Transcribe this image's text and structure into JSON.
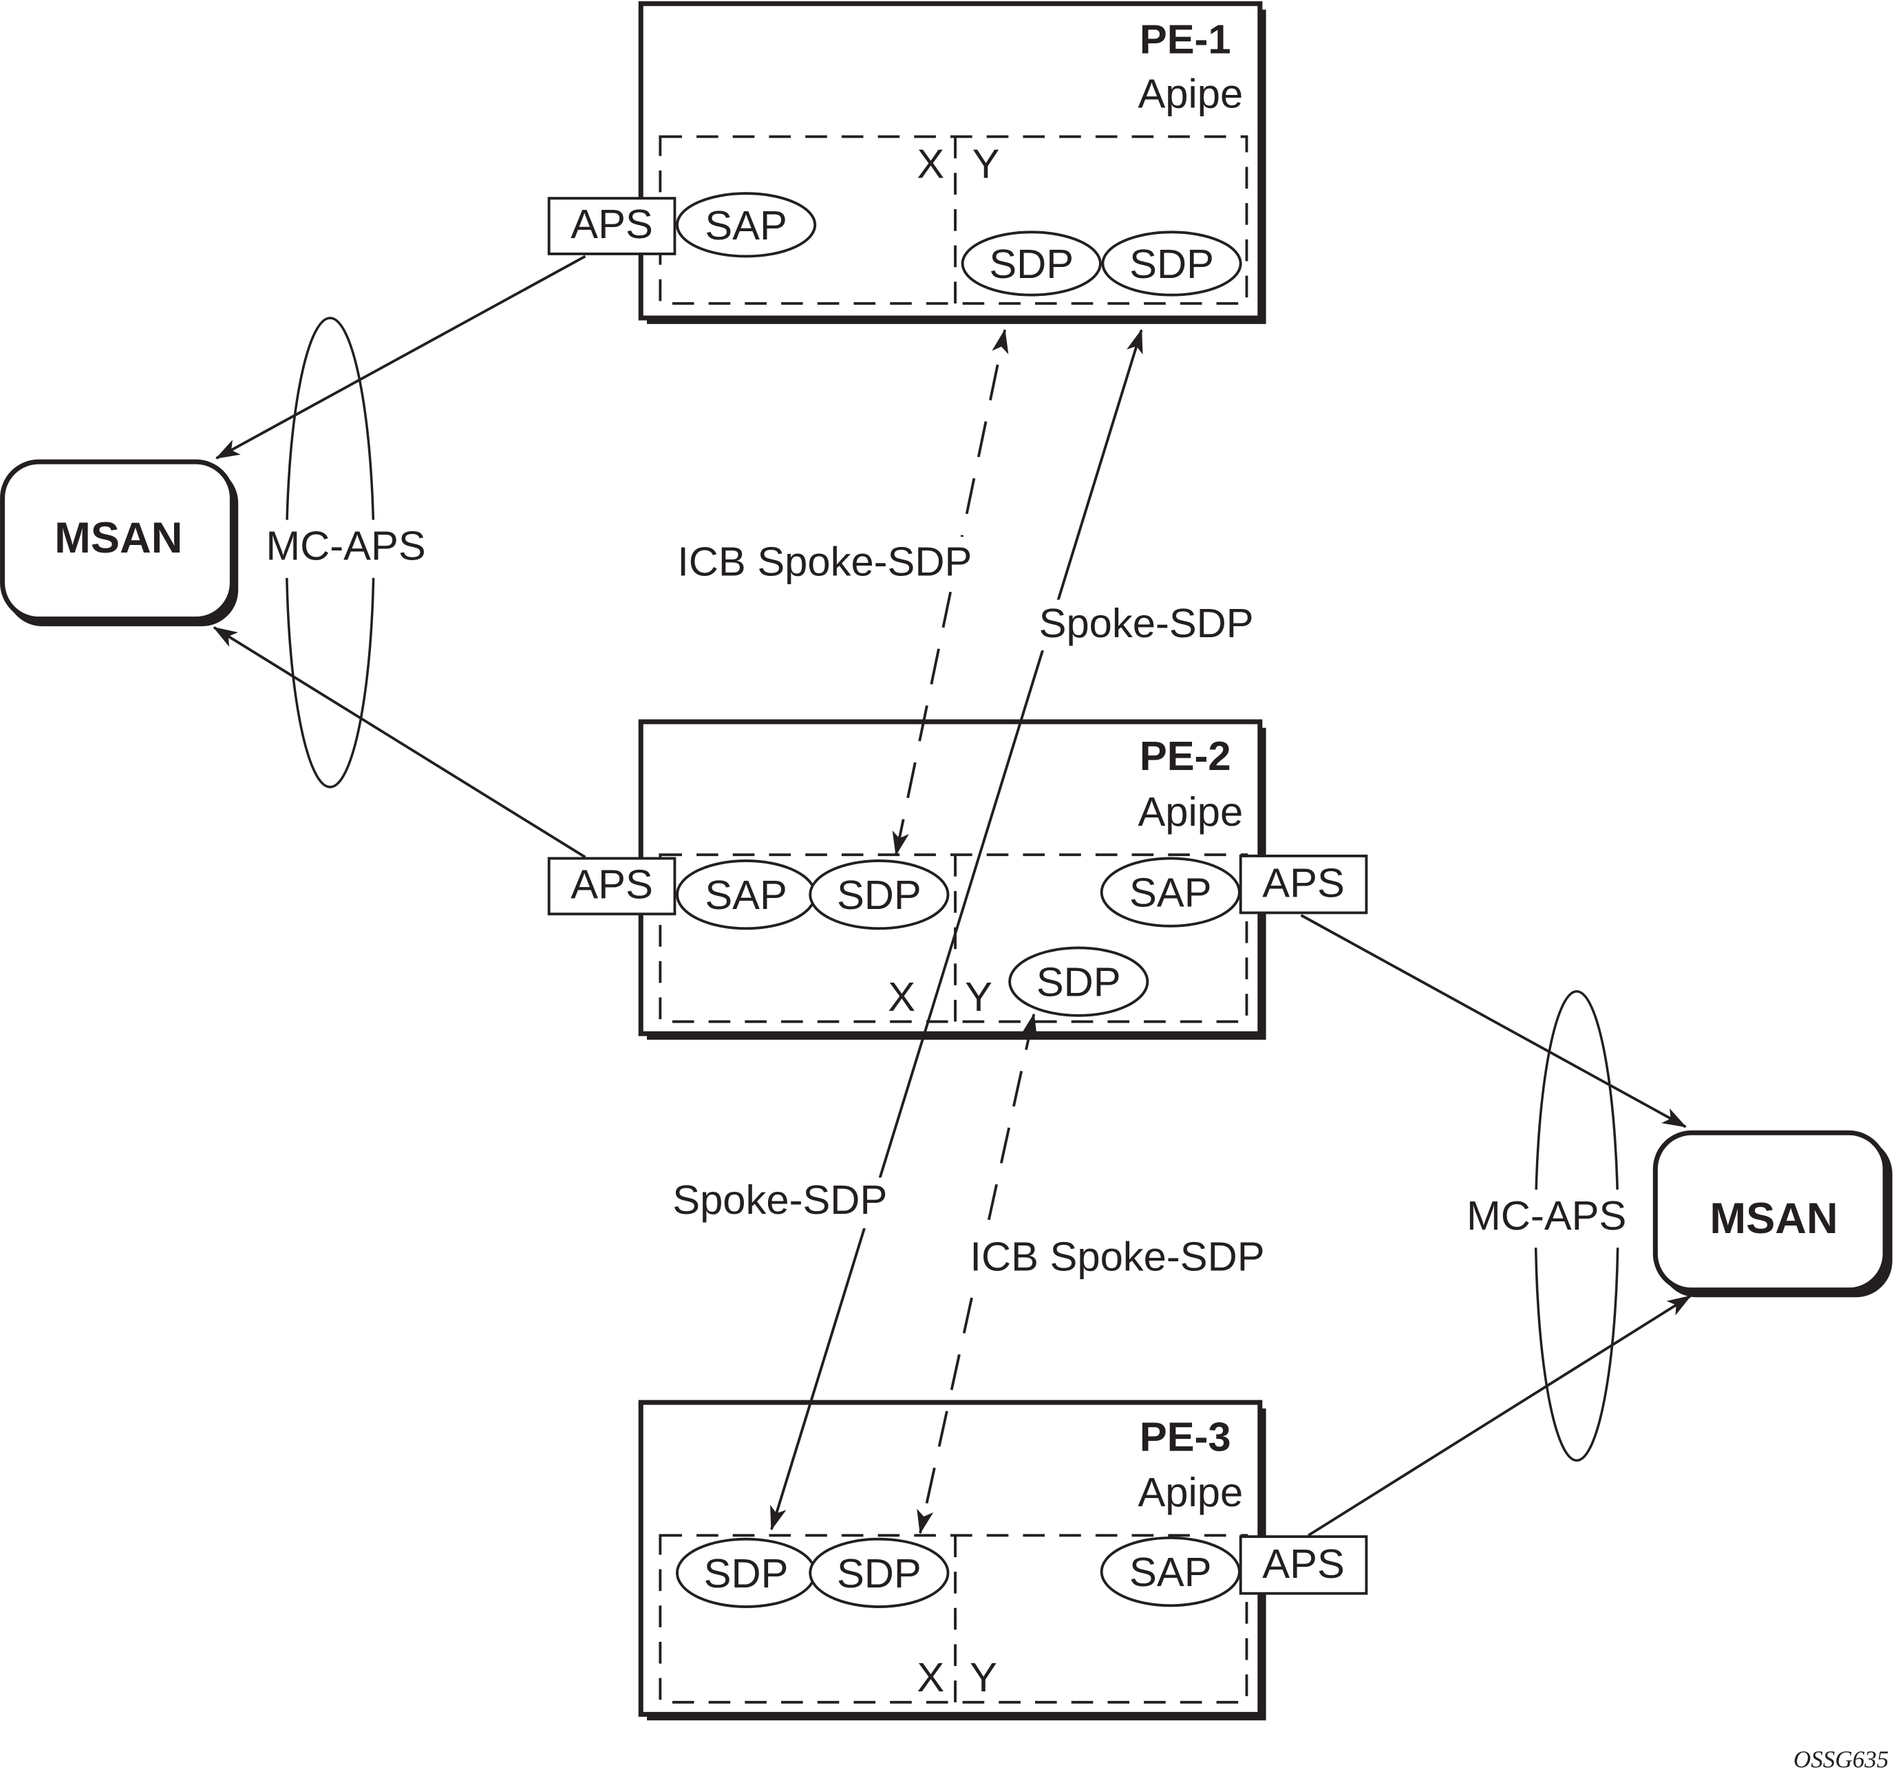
{
  "figure_id": "OSSG635",
  "nodes": {
    "pe1": {
      "name": "PE-1",
      "service": "Apipe",
      "x_label": "X",
      "y_label": "Y",
      "endpoints": {
        "aps": "APS",
        "sap": "SAP",
        "sdp_a": "SDP",
        "sdp_b": "SDP"
      }
    },
    "pe2": {
      "name": "PE-2",
      "service": "Apipe",
      "x_label": "X",
      "y_label": "Y",
      "endpoints": {
        "aps_left": "APS",
        "sap_left": "SAP",
        "sdp_left": "SDP",
        "sap_right": "SAP",
        "aps_right": "APS",
        "sdp_y": "SDP"
      }
    },
    "pe3": {
      "name": "PE-3",
      "service": "Apipe",
      "x_label": "X",
      "y_label": "Y",
      "endpoints": {
        "sdp_a": "SDP",
        "sdp_b": "SDP",
        "sap": "SAP",
        "aps": "APS"
      }
    },
    "msan_left": {
      "name": "MSAN"
    },
    "msan_right": {
      "name": "MSAN"
    }
  },
  "groups": {
    "mc_aps_left": "MC-APS",
    "mc_aps_right": "MC-APS"
  },
  "links": [
    {
      "id": "icb-pe1-pe2",
      "label": "ICB Spoke-SDP",
      "style": "dashed",
      "from": "PE-2 SDP (X)",
      "to": "PE-1 SDP (Y)"
    },
    {
      "id": "spoke-pe1-pe3",
      "label": "Spoke-SDP",
      "style": "solid",
      "from": "PE-1 SDP (Y)",
      "to": "PE-3 SDP (X)",
      "label_upper": "Spoke-SDP",
      "label_lower": "Spoke-SDP"
    },
    {
      "id": "icb-pe2-pe3",
      "label": "ICB Spoke-SDP",
      "style": "dashed",
      "from": "PE-2 SDP (Y)",
      "to": "PE-3 SDP (X)"
    },
    {
      "id": "aps-pe1-msanl",
      "label": "",
      "style": "solid",
      "from": "PE-1 APS",
      "to": "MSAN"
    },
    {
      "id": "aps-pe2-msanl",
      "label": "",
      "style": "solid",
      "from": "PE-2 APS",
      "to": "MSAN"
    },
    {
      "id": "aps-pe2-msanr",
      "label": "",
      "style": "solid",
      "from": "PE-2 APS",
      "to": "MSAN"
    },
    {
      "id": "aps-pe3-msanr",
      "label": "",
      "style": "solid",
      "from": "PE-3 APS",
      "to": "MSAN"
    }
  ]
}
